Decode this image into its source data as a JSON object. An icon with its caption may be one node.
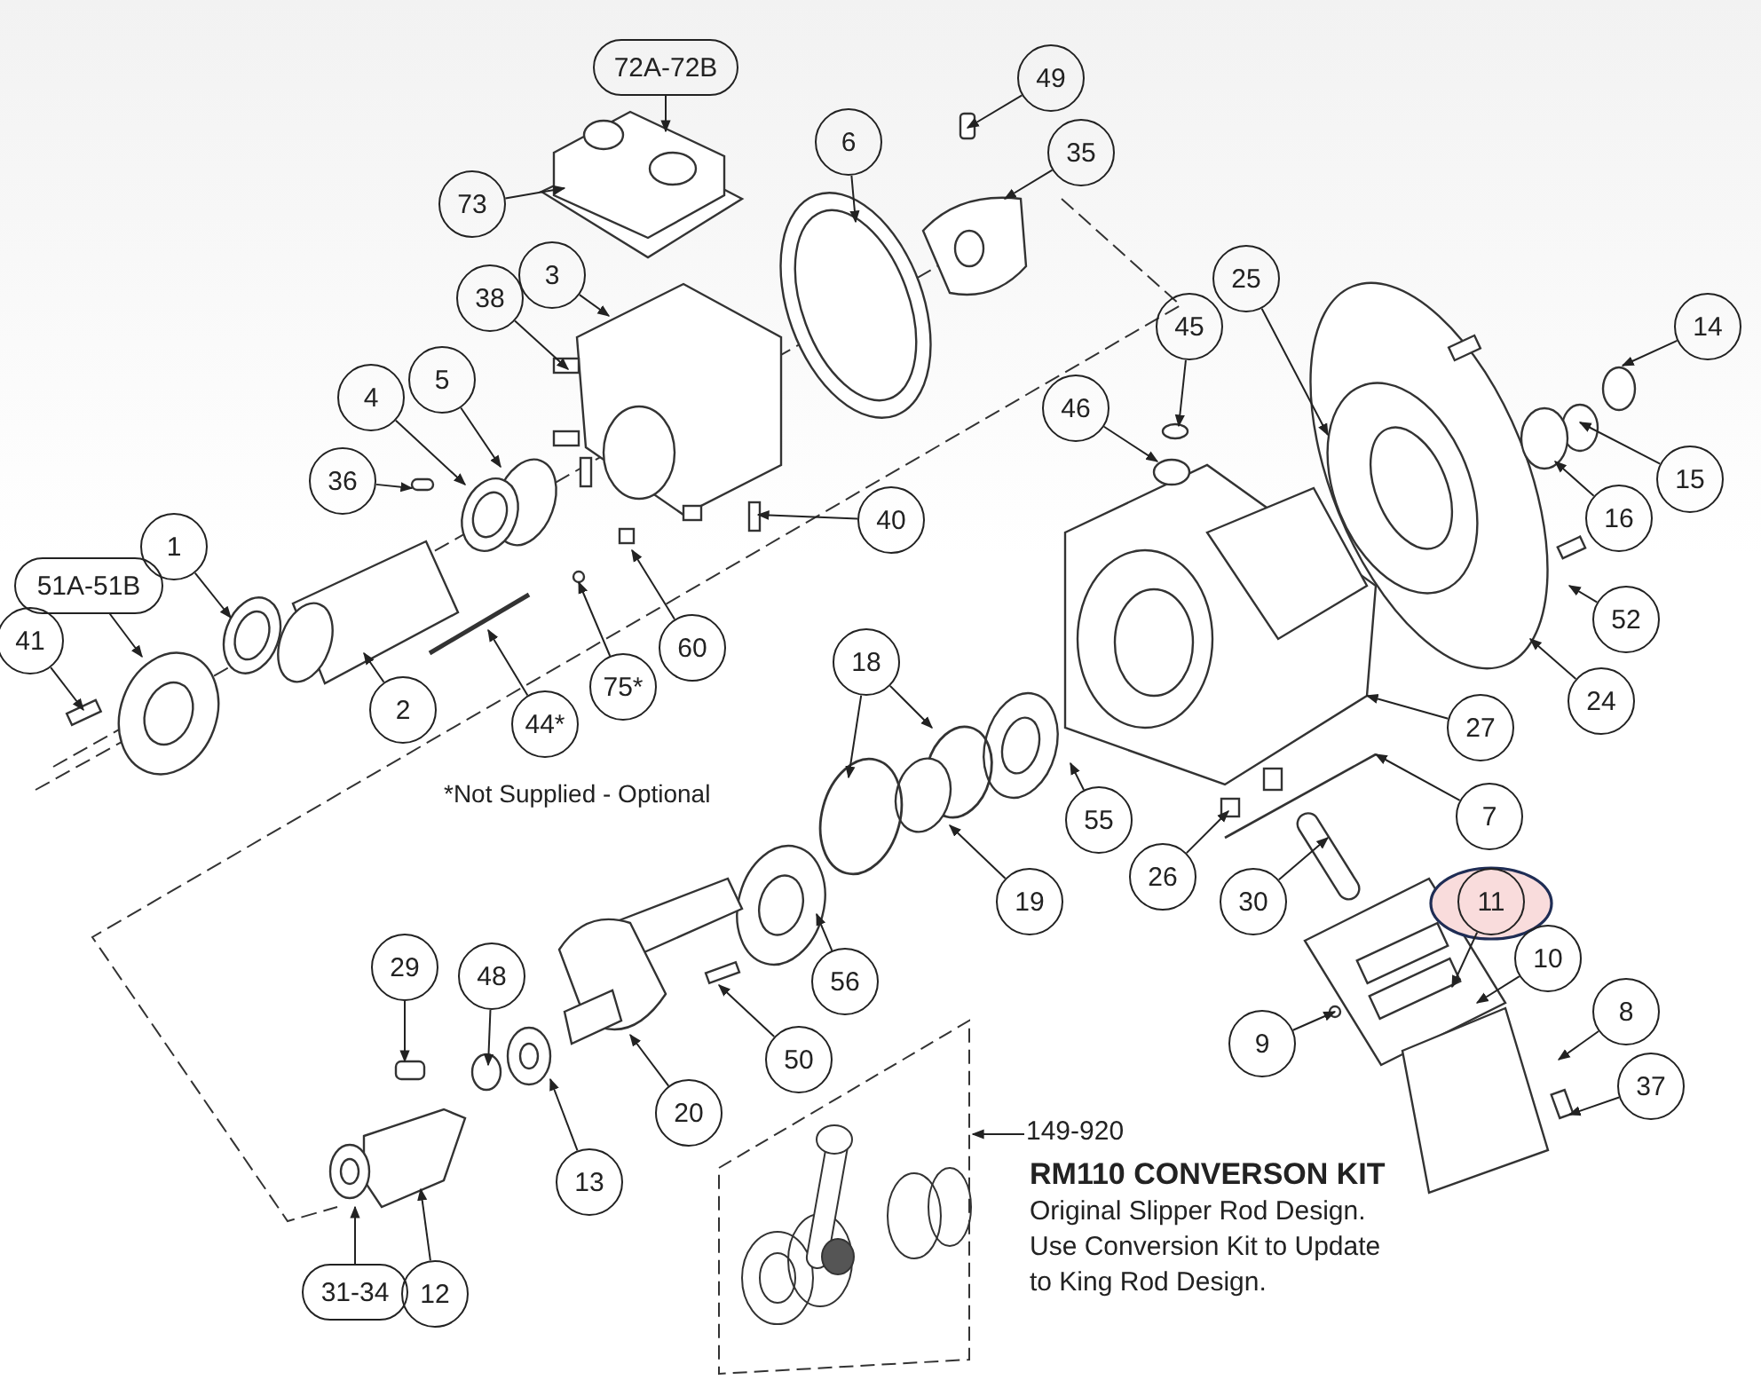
{
  "diagram": {
    "nodes": [
      {
        "text": [
          "72A-72B"
        ]
      },
      {
        "text": [
          "49"
        ]
      },
      {
        "text": [
          "73"
        ]
      },
      {
        "text": [
          "6"
        ]
      },
      {
        "text": [
          "35"
        ]
      },
      {
        "text": [
          "3"
        ]
      },
      {
        "text": [
          "38"
        ]
      },
      {
        "text": [
          "25"
        ]
      },
      {
        "text": [
          "45"
        ]
      },
      {
        "text": [
          "14"
        ]
      },
      {
        "text": [
          "46"
        ]
      },
      {
        "text": [
          "4"
        ]
      },
      {
        "text": [
          "5"
        ]
      },
      {
        "text": [
          "36"
        ]
      },
      {
        "text": [
          "15"
        ]
      },
      {
        "text": [
          "16"
        ]
      },
      {
        "text": [
          "1"
        ]
      },
      {
        "text": [
          "51A-51B"
        ]
      },
      {
        "text": [
          "41"
        ]
      },
      {
        "text": [
          "2"
        ]
      },
      {
        "text": [
          "44*"
        ]
      },
      {
        "text": [
          "75*"
        ]
      },
      {
        "text": [
          "60"
        ]
      },
      {
        "text": [
          "40"
        ]
      },
      {
        "text": [
          "18"
        ]
      },
      {
        "text": [
          "52"
        ]
      },
      {
        "text": [
          "24"
        ]
      },
      {
        "text": [
          "27"
        ]
      },
      {
        "text": [
          "7"
        ]
      },
      {
        "text": [
          "55"
        ]
      },
      {
        "text": [
          "19"
        ]
      },
      {
        "text": [
          "26"
        ]
      },
      {
        "text": [
          "30"
        ]
      },
      {
        "text": [
          "11"
        ]
      },
      {
        "text": [
          "10"
        ]
      },
      {
        "text": [
          "9"
        ]
      },
      {
        "text": [
          "8"
        ]
      },
      {
        "text": [
          "37"
        ]
      },
      {
        "text": [
          "29"
        ]
      },
      {
        "text": [
          "48"
        ]
      },
      {
        "text": [
          "56"
        ]
      },
      {
        "text": [
          "50"
        ]
      },
      {
        "text": [
          "20"
        ]
      },
      {
        "text": [
          "13"
        ]
      },
      {
        "text": [
          "12"
        ]
      },
      {
        "text": [
          "31-34"
        ]
      },
      {
        "text": [
          "149-920"
        ]
      },
      {
        "text": [],
        "shape": "box"
      }
    ],
    "edges": [
      {
        "from": 0,
        "to": null,
        "arrow": "to"
      },
      {
        "from": 1,
        "to": null,
        "arrow": "to"
      },
      {
        "from": 2,
        "to": null,
        "arrow": "to"
      },
      {
        "from": 3,
        "to": null,
        "arrow": "to"
      },
      {
        "from": 4,
        "to": null,
        "arrow": "to"
      },
      {
        "from": 5,
        "to": null,
        "arrow": "to"
      },
      {
        "from": 6,
        "to": null,
        "arrow": "to"
      },
      {
        "from": 7,
        "to": null,
        "arrow": "to"
      },
      {
        "from": 8,
        "to": null,
        "arrow": "to"
      },
      {
        "from": 9,
        "to": null,
        "arrow": "to"
      },
      {
        "from": 10,
        "to": null,
        "arrow": "to"
      },
      {
        "from": 11,
        "to": null,
        "arrow": "to"
      },
      {
        "from": 12,
        "to": null,
        "arrow": "to"
      },
      {
        "from": 13,
        "to": null,
        "arrow": "to"
      },
      {
        "from": 14,
        "to": null,
        "arrow": "to"
      },
      {
        "from": 15,
        "to": null,
        "arrow": "to"
      },
      {
        "from": 16,
        "to": null,
        "arrow": "to"
      },
      {
        "from": 17,
        "to": null,
        "arrow": "to"
      },
      {
        "from": 18,
        "to": null,
        "arrow": "to"
      },
      {
        "from": 19,
        "to": null,
        "arrow": "to"
      },
      {
        "from": 20,
        "to": null,
        "arrow": "to"
      },
      {
        "from": 21,
        "to": null,
        "arrow": "to"
      },
      {
        "from": 22,
        "to": null,
        "arrow": "to"
      },
      {
        "from": 23,
        "to": null,
        "arrow": "to"
      },
      {
        "from": 24,
        "to": null,
        "arrow": "to"
      },
      {
        "from": 24,
        "to": null,
        "arrow": "to"
      },
      {
        "from": 25,
        "to": null,
        "arrow": "to"
      },
      {
        "from": 26,
        "to": null,
        "arrow": "to"
      },
      {
        "from": 27,
        "to": null,
        "arrow": "to"
      },
      {
        "from": 28,
        "to": null,
        "arrow": "to"
      },
      {
        "from": 29,
        "to": null,
        "arrow": "to"
      },
      {
        "from": 30,
        "to": null,
        "arrow": "to"
      },
      {
        "from": 31,
        "to": null,
        "arrow": "to"
      },
      {
        "from": 32,
        "to": null,
        "arrow": "to"
      },
      {
        "from": 33,
        "to": null,
        "arrow": "to"
      },
      {
        "from": 34,
        "to": null,
        "arrow": "to"
      },
      {
        "from": 35,
        "to": null,
        "arrow": "to"
      },
      {
        "from": 36,
        "to": null,
        "arrow": "to"
      },
      {
        "from": 37,
        "to": null,
        "arrow": "to"
      },
      {
        "from": 38,
        "to": null,
        "arrow": "to"
      },
      {
        "from": 39,
        "to": null,
        "arrow": "to"
      },
      {
        "from": 40,
        "to": null,
        "arrow": "to"
      },
      {
        "from": 41,
        "to": null,
        "arrow": "to"
      },
      {
        "from": 42,
        "to": null,
        "arrow": "to"
      },
      {
        "from": 43,
        "to": null,
        "arrow": "to"
      },
      {
        "from": 44,
        "to": null,
        "arrow": "to"
      },
      {
        "from": 45,
        "to": null,
        "arrow": "to"
      },
      {
        "from": 46,
        "to": 47,
        "arrow": "to"
      }
    ],
    "labels": [
      "*Not Supplied - Optional",
      "RM110 CONVERSON KIT",
      "Original Slipper Rod Design. Use Conversion Kit to Update to King Rod Design."
    ]
  }
}
